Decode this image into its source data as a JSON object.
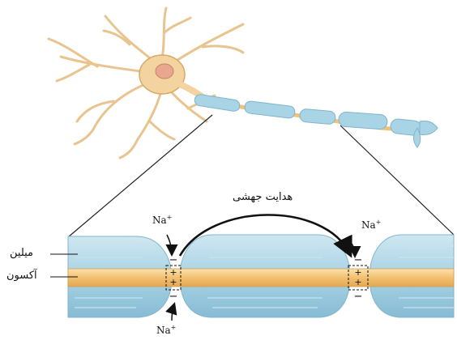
{
  "labels": {
    "saltatory_conduction": "هدایت جهشی",
    "myelin": "میلین",
    "axon": "آکسون"
  },
  "ions": {
    "symbol": "Na",
    "charge": "+"
  },
  "charges": {
    "negative": "−",
    "positive": "+"
  },
  "colors": {
    "myelin": "#a9d4e6",
    "axon": "#f2c27a",
    "neuron_body": "#f3d3a0"
  }
}
